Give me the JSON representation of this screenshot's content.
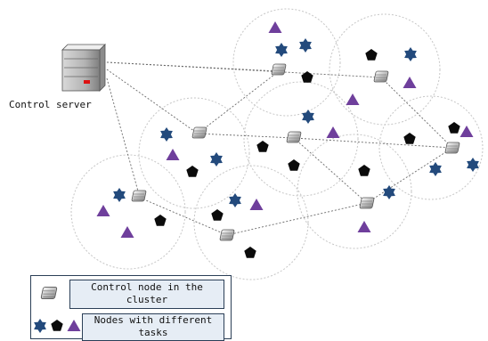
{
  "server": {
    "label": "Control server",
    "icon": "server-icon"
  },
  "legend": {
    "control_node_label": "Control node in the cluster",
    "nodes_label": "Nodes with different tasks"
  },
  "icons": {
    "control_node": "control-node-icon",
    "task_star": "star-node-icon",
    "task_pentagon": "pentagon-node-icon",
    "task_triangle": "triangle-node-icon"
  },
  "colors": {
    "star": "#234a7c",
    "pentagon": "#0b0b0b",
    "triangle": "#6f3f9c",
    "legend_fill": "#e6edf5"
  }
}
